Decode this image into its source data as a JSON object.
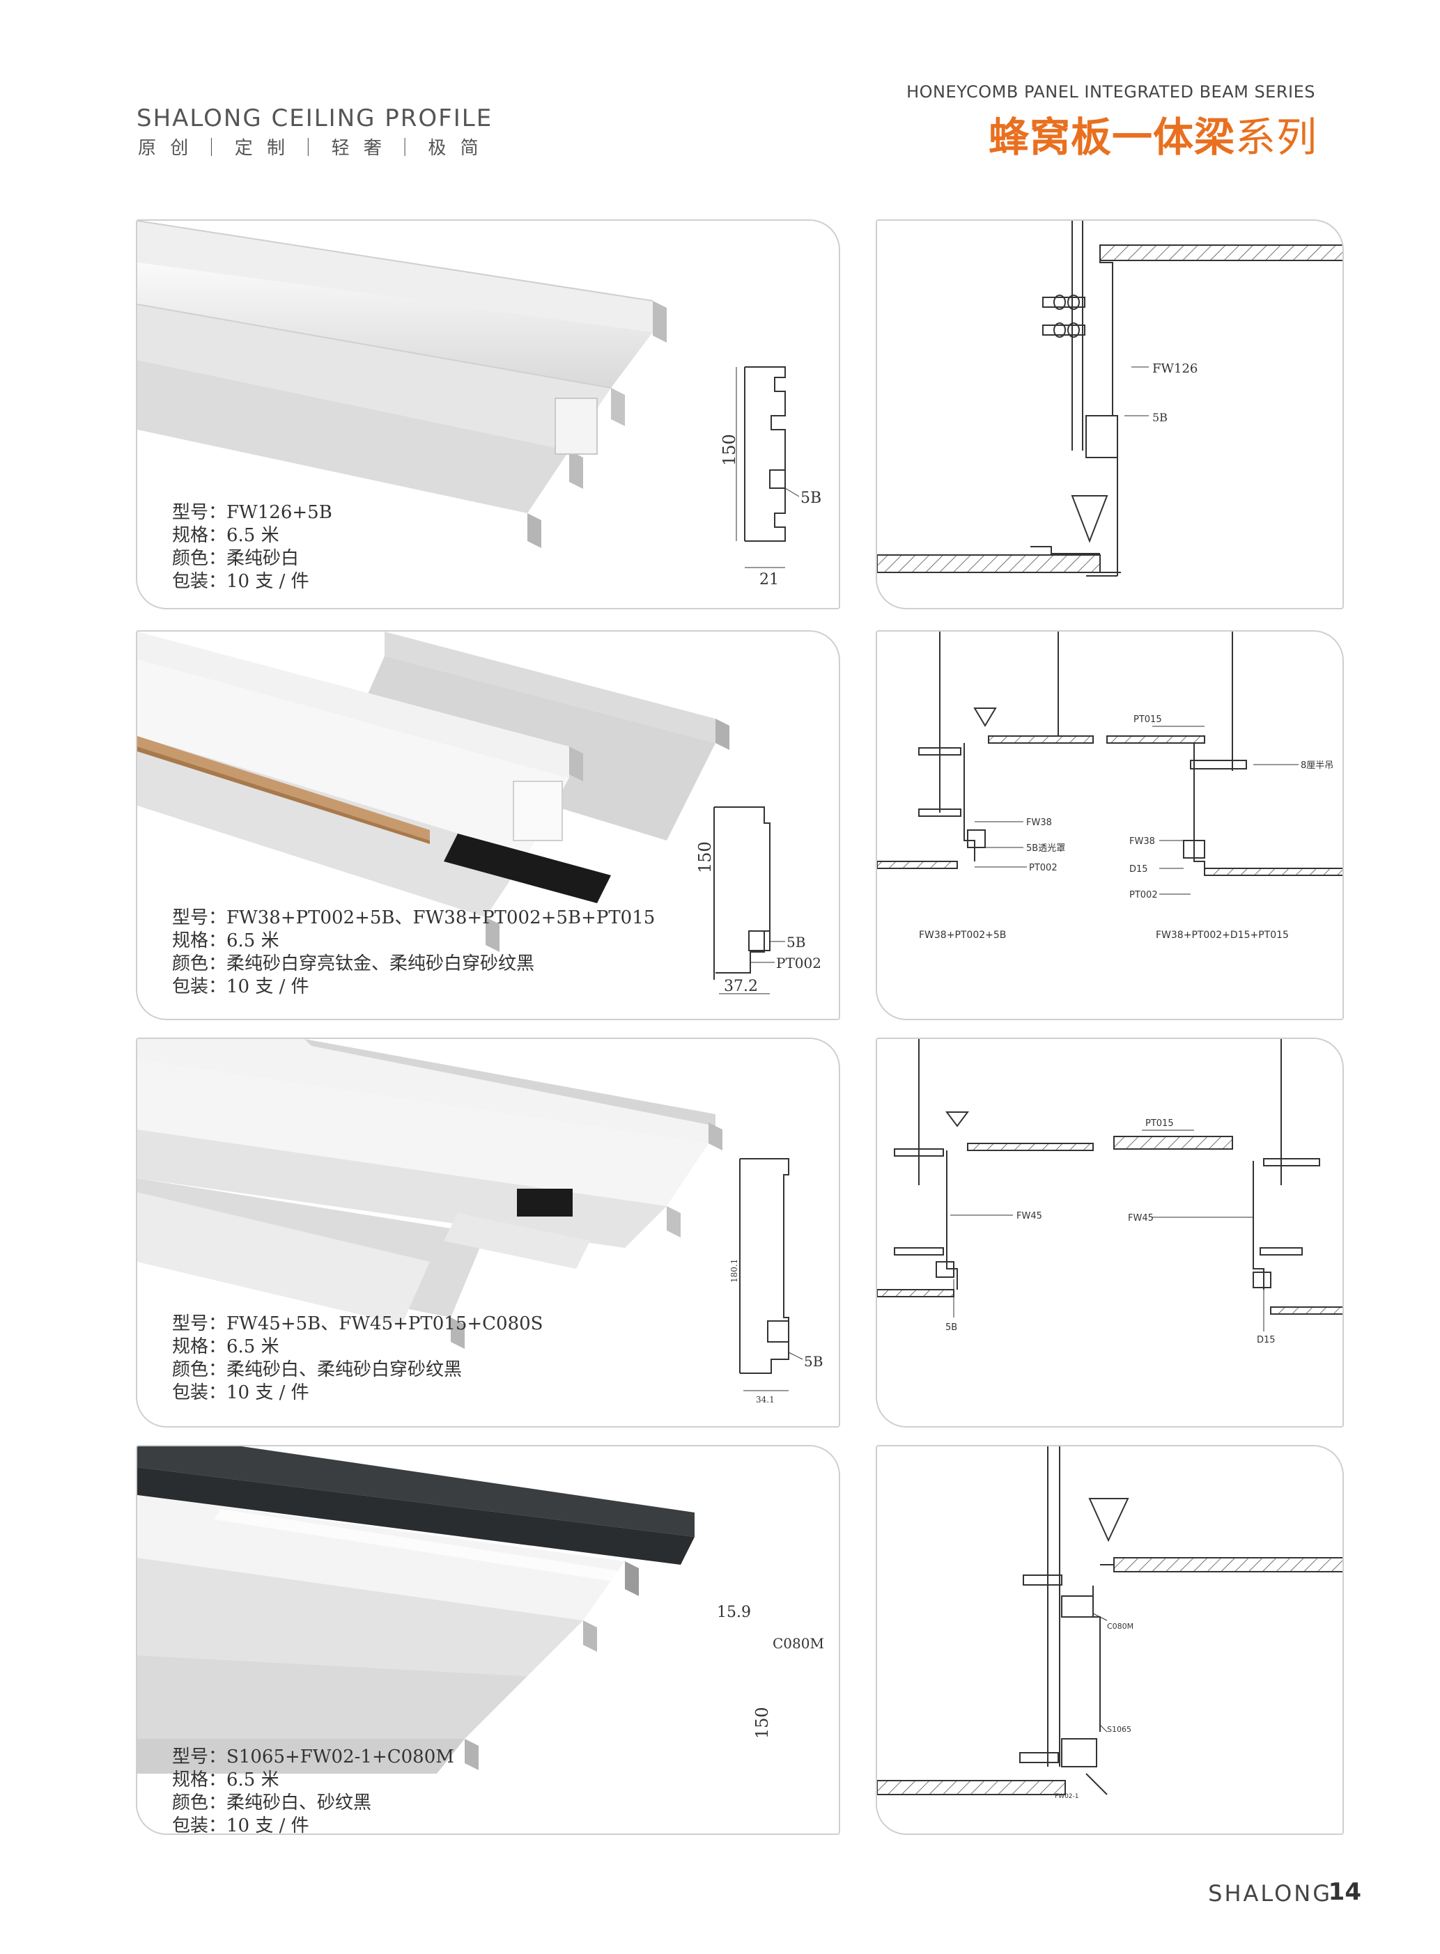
{
  "header": {
    "brand_title": "SHALONG CEILING PROFILE",
    "brand_tagline": "原 创 ｜ 定 制 ｜ 轻 奢 ｜ 极 简",
    "series_en": "HONEYCOMB PANEL INTEGRATED BEAM SERIES",
    "series_cn_bold": "蜂窝板一体梁",
    "series_cn_light": "系列"
  },
  "products": [
    {
      "model": "型号：FW126+5B",
      "size": "规格：6.5 米",
      "color": "颜色：柔纯砂白",
      "packing": "包装：10 支 / 件",
      "profile_labels": {
        "height": "150",
        "part": "5B",
        "width": "21"
      },
      "install_labels": {
        "a": "FW126",
        "b": "5B"
      }
    },
    {
      "model": "型号：FW38+PT002+5B、FW38+PT002+5B+PT015",
      "size": "规格：6.5 米",
      "color": "颜色：柔纯砂白穿亮钛金、柔纯砂白穿砂纹黑",
      "packing": "包装：10 支 / 件",
      "profile_labels": {
        "height": "150",
        "part": "5B",
        "part2": "PT002",
        "width": "37.2"
      },
      "install_labels": {
        "pt015": "PT015",
        "hanger": "8厘半吊",
        "fw38_left": "FW38",
        "light": "5B透光罩",
        "pt002_left": "PT002",
        "fw38_right": "FW38",
        "d15": "D15",
        "pt002_right": "PT002",
        "caption_left": "FW38+PT002+5B",
        "caption_right": "FW38+PT002+D15+PT015"
      }
    },
    {
      "model": "型号：FW45+5B、FW45+PT015+C080S",
      "size": "规格：6.5 米",
      "color": "颜色：柔纯砂白、柔纯砂白穿砂纹黑",
      "packing": "包装：10 支 / 件",
      "profile_labels": {
        "height": "180.1",
        "part": "5B",
        "width": "34.1"
      },
      "install_labels": {
        "pt015": "PT015",
        "fw45_left": "FW45",
        "fw45_right": "FW45",
        "b5": "5B",
        "d15": "D15"
      }
    },
    {
      "model": "型号：S1065+FW02-1+C080M",
      "size": "规格：6.5 米",
      "color": "颜色：柔纯砂白、砂纹黑",
      "packing": "包装：10 支 / 件",
      "profile_labels": {
        "top": "15.9",
        "part": "C080M",
        "height": "150"
      },
      "install_labels": {
        "c080m": "C080M",
        "s1065": "S1065",
        "fw02": "FW02-1"
      }
    }
  ],
  "footer": {
    "brand": "SHALONG",
    "page": "14"
  }
}
